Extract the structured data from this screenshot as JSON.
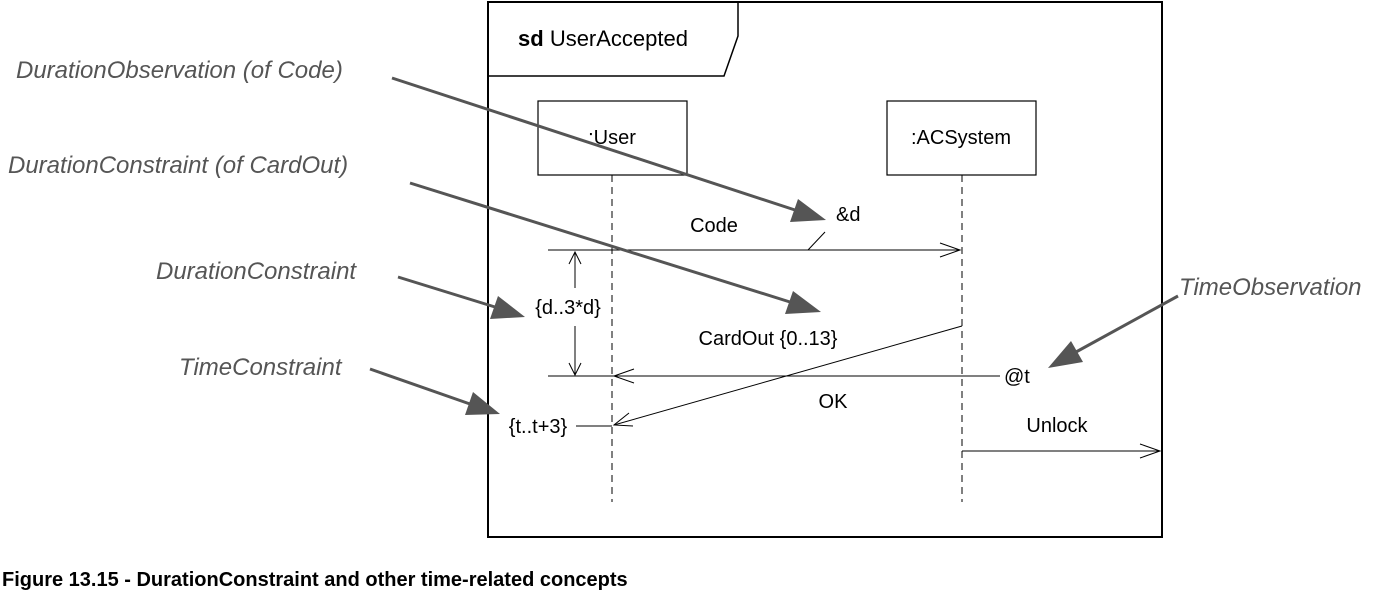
{
  "frame": {
    "keyword": "sd",
    "name": "UserAccepted"
  },
  "lifelines": [
    {
      "name": ":User"
    },
    {
      "name": ":ACSystem"
    }
  ],
  "messages": [
    {
      "label": "Code"
    },
    {
      "label": "CardOut {0..13}"
    },
    {
      "label": "OK"
    },
    {
      "label": "Unlock"
    }
  ],
  "labels": {
    "duration_observation": "&d",
    "duration_constraint": "{d..3*d}",
    "time_observation": "@t",
    "time_constraint": "{t..t+3}"
  },
  "annotations": {
    "duration_observation": "DurationObservation (of Code)",
    "duration_constraint_cardout": "DurationConstraint (of CardOut)",
    "duration_constraint": "DurationConstraint",
    "time_constraint": "TimeConstraint",
    "time_observation": "TimeObservation"
  },
  "caption": "Figure 13.15 - DurationConstraint and other time-related concepts"
}
